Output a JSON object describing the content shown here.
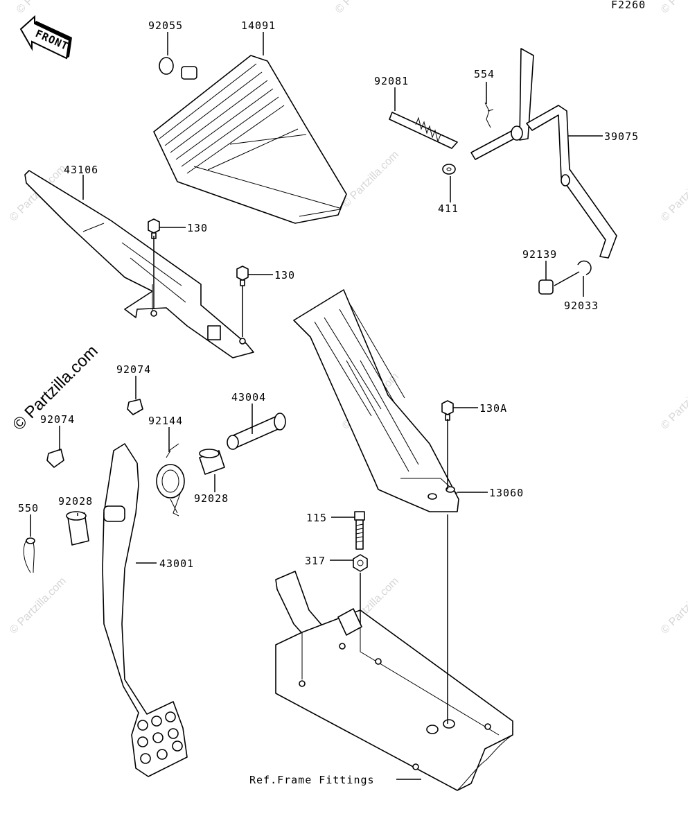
{
  "figure_code": "F2260",
  "front_arrow_label": "FRONT",
  "watermark": "© Partzilla.com",
  "watermark_small": "© Partzilla.com",
  "ref_label": "Ref.Frame Fittings",
  "labels": {
    "p92055": "92055",
    "p14091": "14091",
    "p92081": "92081",
    "p554": "554",
    "p39075": "39075",
    "p411": "411",
    "p43106": "43106",
    "p130a": "130",
    "p130b": "130",
    "p92139": "92139",
    "p92033": "92033",
    "p92074a": "92074",
    "p92074b": "92074",
    "p43004": "43004",
    "p92144": "92144",
    "p130A": "130A",
    "p92028a": "92028",
    "p92028b": "92028",
    "p550": "550",
    "p13060": "13060",
    "p115": "115",
    "p317": "317",
    "p43001": "43001"
  }
}
